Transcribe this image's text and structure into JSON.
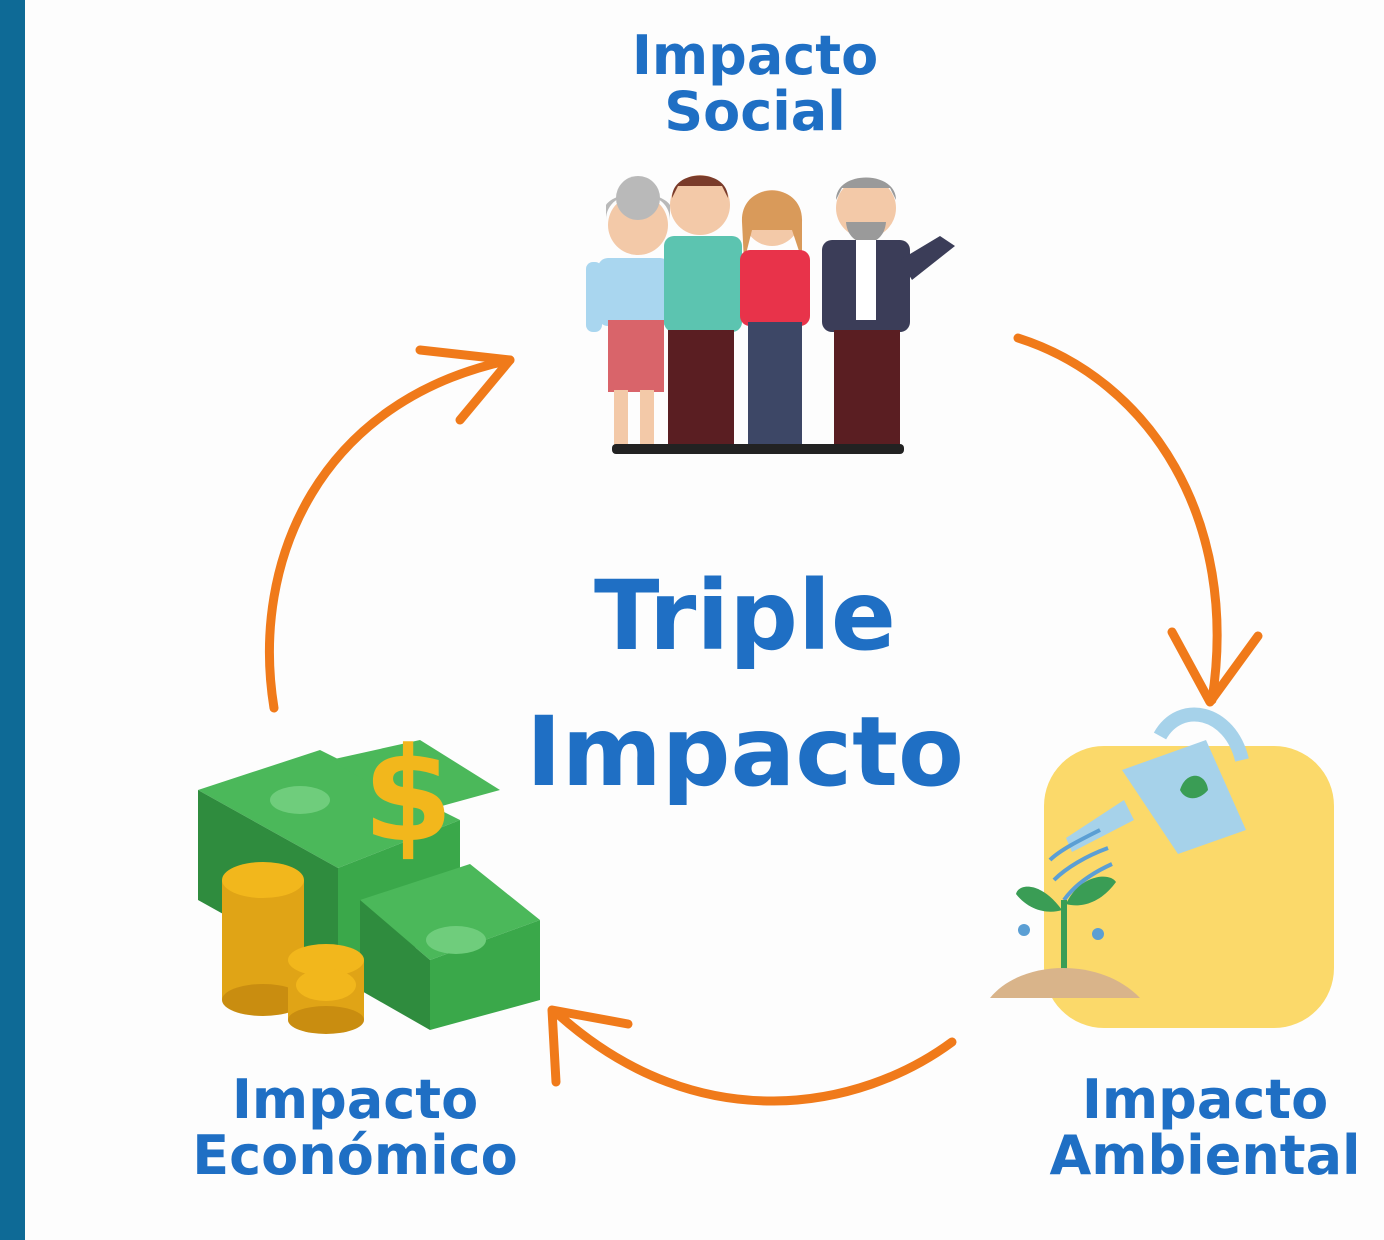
{
  "title": {
    "line1": "Triple",
    "line2": "Impacto"
  },
  "nodes": {
    "social": {
      "line1": "Impacto",
      "line2": "Social",
      "icon": "family-icon"
    },
    "ambiental": {
      "line1": "Impacto",
      "line2": "Ambiental",
      "icon": "watering-plant-icon"
    },
    "economico": {
      "line1": "Impacto",
      "line2": "Económico",
      "icon": "money-icon"
    }
  },
  "colors": {
    "text": "#1f6fc4",
    "arrow": "#f07a1a",
    "sidebar": "#0e6a96",
    "ambiental_bg": "#fbd96a",
    "money_green": "#3aa84a",
    "coin_gold": "#f2b71c"
  }
}
